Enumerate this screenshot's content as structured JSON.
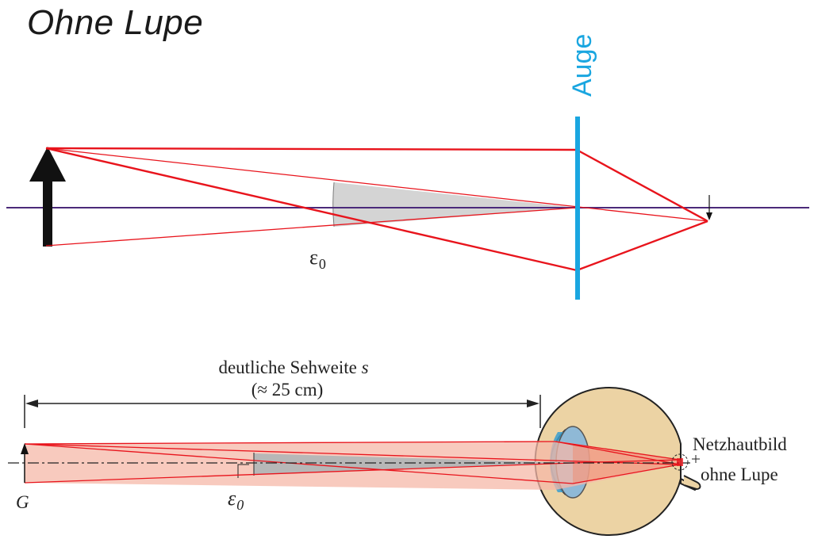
{
  "title": "Ohne Lupe",
  "top_diagram": {
    "eye_label": "Auge",
    "angle_label": "ε",
    "angle_subscript": "0"
  },
  "bottom_diagram": {
    "distance_label_line1_prefix": "deutliche Sehweite ",
    "distance_label_line1_var": "s",
    "distance_label_line2": "(≈ 25 cm)",
    "object_label": "G",
    "angle_label": "ε",
    "angle_subscript": "0",
    "retina_label_line1": "Netzhautbild",
    "retina_label_line2": "ohne Lupe"
  },
  "colors": {
    "ray": "#e8141c",
    "axis": "#4b2a7a",
    "eye_lens": "#1aa6e0",
    "angle_fill": "#d4d4d4",
    "object_arrow": "#111111",
    "eyeball": "#ecd3a4",
    "ray_cone": "#f6b8a8"
  }
}
